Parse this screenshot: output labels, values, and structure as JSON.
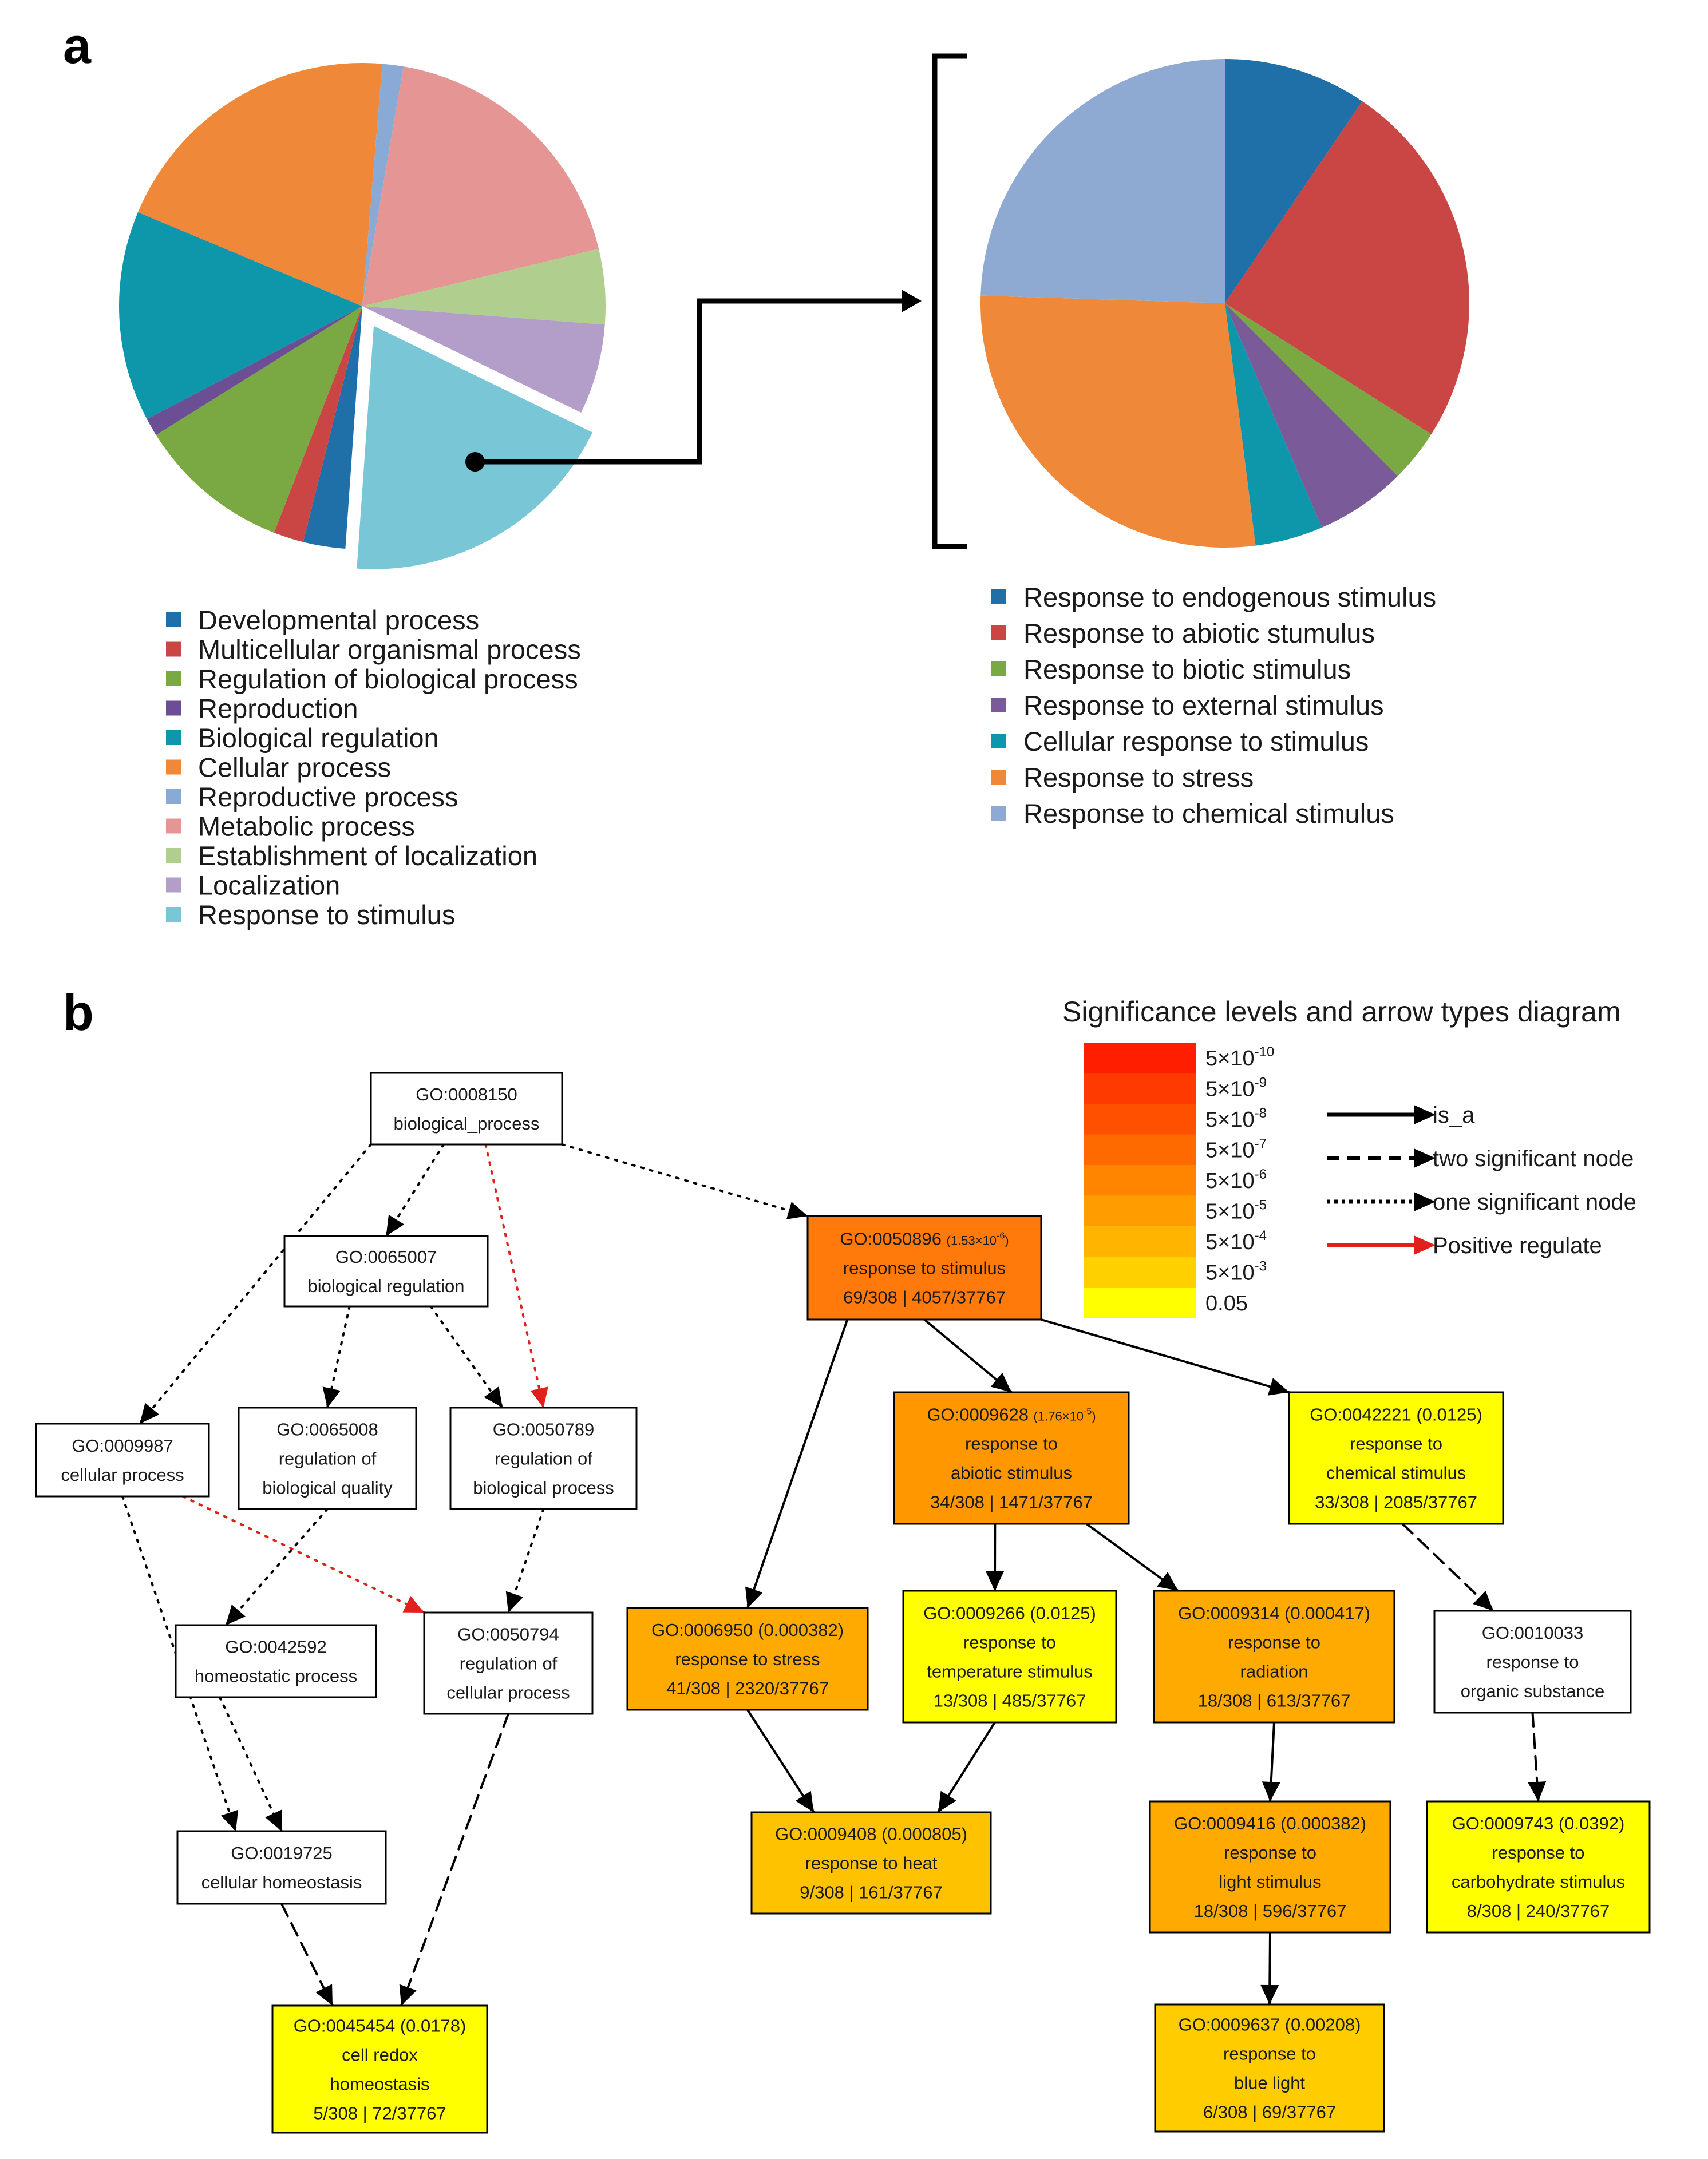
{
  "panels": {
    "a": "a",
    "b": "b"
  },
  "pie_main": {
    "slices": [
      {
        "label": "Developmental process",
        "value": 2.8,
        "color": "#1f6fa8"
      },
      {
        "label": "Multicellular organismal process",
        "value": 2.0,
        "color": "#c94645"
      },
      {
        "label": "Regulation of biological process",
        "value": 10.2,
        "color": "#7aa843"
      },
      {
        "label": "Reproduction",
        "value": 1.2,
        "color": "#6b4e94"
      },
      {
        "label": "Biological regulation",
        "value": 14.0,
        "color": "#0e97aa"
      },
      {
        "label": "Cellular process",
        "value": 20.0,
        "color": "#f0883a"
      },
      {
        "label": "Reproductive process",
        "value": 1.4,
        "color": "#8aaad6"
      },
      {
        "label": "Metabolic process",
        "value": 18.5,
        "color": "#e59694"
      },
      {
        "label": "Establishment of localization",
        "value": 5.0,
        "color": "#b0cf8e"
      },
      {
        "label": "Localization",
        "value": 6.0,
        "color": "#b29ec8"
      },
      {
        "label": "Response to stimulus",
        "value": 18.9,
        "color": "#78c6d6",
        "exploded": true
      }
    ]
  },
  "pie_sub": {
    "slices": [
      {
        "label": "Response to endogenous stimulus",
        "value": 9.5,
        "color": "#1f6fa8"
      },
      {
        "label": "Response to abiotic stumulus",
        "value": 24.5,
        "color": "#c94645"
      },
      {
        "label": "Response to biotic stimulus",
        "value": 3.5,
        "color": "#7aa843"
      },
      {
        "label": "Response to external stimulus",
        "value": 6.0,
        "color": "#7b5a9a"
      },
      {
        "label": "Cellular response to stimulus",
        "value": 4.5,
        "color": "#0e97aa"
      },
      {
        "label": "Response to stress",
        "value": 27.5,
        "color": "#f0883a"
      },
      {
        "label": "Response to chemical stimulus",
        "value": 24.5,
        "color": "#8eaad3"
      }
    ]
  },
  "significance": {
    "title": "Significance levels and arrow types diagram",
    "levels": [
      {
        "base": "5×10",
        "exp": "-10",
        "color": "#ff1e00"
      },
      {
        "base": "5×10",
        "exp": "-9",
        "color": "#ff3a00"
      },
      {
        "base": "5×10",
        "exp": "-8",
        "color": "#ff5000"
      },
      {
        "base": "5×10",
        "exp": "-7",
        "color": "#ff6a00"
      },
      {
        "base": "5×10",
        "exp": "-6",
        "color": "#ff8400"
      },
      {
        "base": "5×10",
        "exp": "-5",
        "color": "#ff9c00"
      },
      {
        "base": "5×10",
        "exp": "-4",
        "color": "#ffb400"
      },
      {
        "base": "5×10",
        "exp": "-3",
        "color": "#ffd000"
      },
      {
        "base": "0.05",
        "exp": "",
        "color": "#ffff00"
      }
    ],
    "arrow_types": [
      "is_a",
      "two significant node",
      "one significant node",
      "Positive regulate"
    ]
  },
  "nodes": [
    {
      "id": "n8150",
      "lines": [
        "GO:0008150",
        "biological_process"
      ],
      "fill": "#ffffff"
    },
    {
      "id": "n65007",
      "lines": [
        "GO:0065007",
        "biological regulation"
      ],
      "fill": "#ffffff"
    },
    {
      "id": "n9987",
      "lines": [
        "GO:0009987",
        "cellular process"
      ],
      "fill": "#ffffff"
    },
    {
      "id": "n65008",
      "lines": [
        "GO:0065008",
        "regulation of",
        "biological quality"
      ],
      "fill": "#ffffff"
    },
    {
      "id": "n50789",
      "lines": [
        "GO:0050789",
        "regulation of",
        "biological process"
      ],
      "fill": "#ffffff"
    },
    {
      "id": "n42592",
      "lines": [
        "GO:0042592",
        "homeostatic process"
      ],
      "fill": "#ffffff"
    },
    {
      "id": "n50794",
      "lines": [
        "GO:0050794",
        "regulation of",
        "cellular process"
      ],
      "fill": "#ffffff"
    },
    {
      "id": "n19725",
      "lines": [
        "GO:0019725",
        "cellular homeostasis"
      ],
      "fill": "#ffffff"
    },
    {
      "id": "n45454",
      "lines": [
        "GO:0045454 (0.0178)",
        "cell redox",
        "homeostasis",
        "5/308 | 72/37767"
      ],
      "fill": "#ffff00"
    },
    {
      "id": "n50896",
      "id_text": "GO:0050896",
      "pval_base": "(1.53×10",
      "pval_exp": "-6",
      "lines": [
        "",
        "response to stimulus",
        "69/308 | 4057/37767"
      ],
      "fill": "#ff7a0a"
    },
    {
      "id": "n9628",
      "id_text": "GO:0009628",
      "pval_base": "(1.76×10",
      "pval_exp": "-5",
      "lines": [
        "",
        "response to",
        "abiotic stimulus",
        "34/308 | 1471/37767"
      ],
      "fill": "#ff9800"
    },
    {
      "id": "n42221",
      "lines": [
        "GO:0042221 (0.0125)",
        "response to",
        "chemical stimulus",
        "33/308 | 2085/37767"
      ],
      "fill": "#ffff00"
    },
    {
      "id": "n6950",
      "lines": [
        "GO:0006950 (0.000382)",
        "response to stress",
        "41/308 | 2320/37767"
      ],
      "fill": "#ffaa00"
    },
    {
      "id": "n9266",
      "lines": [
        "GO:0009266 (0.0125)",
        "response to",
        "temperature stimulus",
        "13/308 | 485/37767"
      ],
      "fill": "#ffff00"
    },
    {
      "id": "n9314",
      "lines": [
        "GO:0009314 (0.000417)",
        "response to",
        "radiation",
        "18/308 | 613/37767"
      ],
      "fill": "#ffaa00"
    },
    {
      "id": "n10033",
      "lines": [
        "GO:0010033",
        "response to",
        "organic substance"
      ],
      "fill": "#ffffff"
    },
    {
      "id": "n9408",
      "lines": [
        "GO:0009408 (0.000805)",
        "response to heat",
        "9/308 | 161/37767"
      ],
      "fill": "#ffc200"
    },
    {
      "id": "n9416",
      "lines": [
        "GO:0009416 (0.000382)",
        "response to",
        "light stimulus",
        "18/308 | 596/37767"
      ],
      "fill": "#ffaa00"
    },
    {
      "id": "n9743",
      "lines": [
        "GO:0009743 (0.0392)",
        "response to",
        "carbohydrate stimulus",
        "8/308 | 240/37767"
      ],
      "fill": "#ffff00"
    },
    {
      "id": "n9637",
      "lines": [
        "GO:0009637 (0.00208)",
        "response to",
        "blue light",
        "6/308 | 69/37767"
      ],
      "fill": "#ffcc00"
    }
  ],
  "edges": [
    {
      "from": "n8150",
      "to": "n65007",
      "style": "dotted",
      "color": "#000000"
    },
    {
      "from": "n8150",
      "to": "n9987",
      "style": "dotted",
      "color": "#000000"
    },
    {
      "from": "n8150",
      "to": "n50789",
      "style": "dotted",
      "color": "#e0201a"
    },
    {
      "from": "n8150",
      "to": "n50896",
      "style": "dotted",
      "color": "#000000"
    },
    {
      "from": "n65007",
      "to": "n65008",
      "style": "dotted",
      "color": "#000000"
    },
    {
      "from": "n65007",
      "to": "n50789",
      "style": "dotted",
      "color": "#000000"
    },
    {
      "from": "n9987",
      "to": "n50794",
      "style": "dotted",
      "color": "#e0201a"
    },
    {
      "from": "n9987",
      "to": "n19725",
      "style": "dotted",
      "color": "#000000"
    },
    {
      "from": "n65008",
      "to": "n42592",
      "style": "dotted",
      "color": "#000000"
    },
    {
      "from": "n50789",
      "to": "n50794",
      "style": "dotted",
      "color": "#000000"
    },
    {
      "from": "n42592",
      "to": "n19725",
      "style": "dotted",
      "color": "#000000"
    },
    {
      "from": "n19725",
      "to": "n45454",
      "style": "dashed",
      "color": "#000000"
    },
    {
      "from": "n50794",
      "to": "n45454",
      "style": "dashed",
      "color": "#000000"
    },
    {
      "from": "n50896",
      "to": "n6950",
      "style": "solid",
      "color": "#000000"
    },
    {
      "from": "n50896",
      "to": "n9628",
      "style": "solid",
      "color": "#000000"
    },
    {
      "from": "n50896",
      "to": "n42221",
      "style": "solid",
      "color": "#000000"
    },
    {
      "from": "n9628",
      "to": "n9266",
      "style": "solid",
      "color": "#000000"
    },
    {
      "from": "n9628",
      "to": "n9314",
      "style": "solid",
      "color": "#000000"
    },
    {
      "from": "n42221",
      "to": "n10033",
      "style": "dashed",
      "color": "#000000"
    },
    {
      "from": "n6950",
      "to": "n9408",
      "style": "solid",
      "color": "#000000"
    },
    {
      "from": "n9266",
      "to": "n9408",
      "style": "solid",
      "color": "#000000"
    },
    {
      "from": "n9314",
      "to": "n9416",
      "style": "solid",
      "color": "#000000"
    },
    {
      "from": "n10033",
      "to": "n9743",
      "style": "dashed",
      "color": "#000000"
    },
    {
      "from": "n9416",
      "to": "n9637",
      "style": "solid",
      "color": "#000000"
    }
  ]
}
